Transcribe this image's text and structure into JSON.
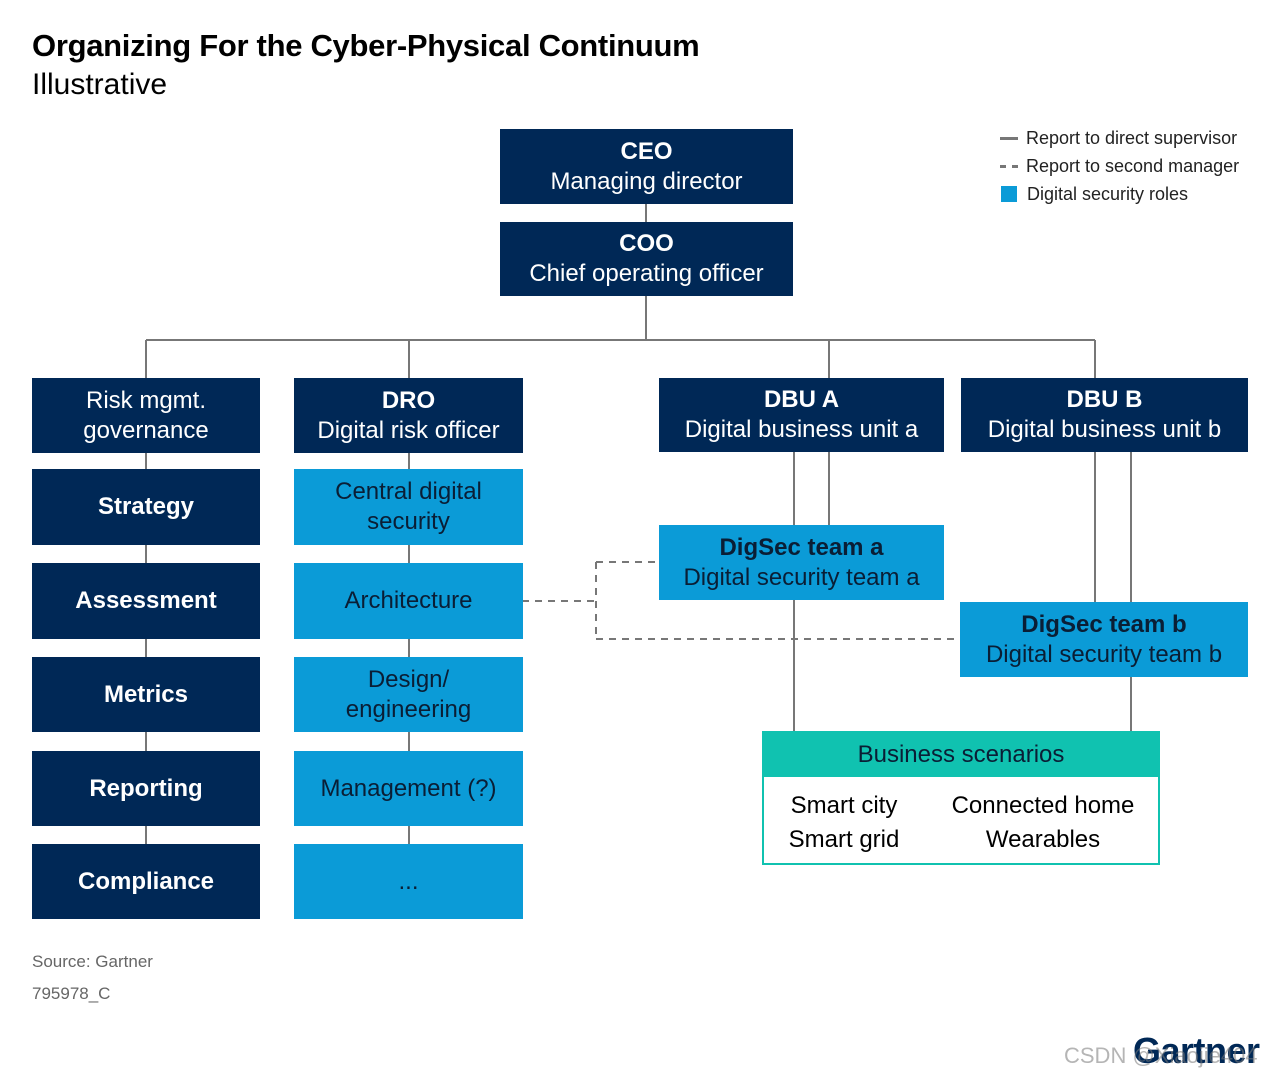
{
  "title": "Organizing For the Cyber-Physical Continuum",
  "subtitle": "Illustrative",
  "legend": {
    "solid": "Report to direct supervisor",
    "dashed": "Report to second manager",
    "square": "Digital security roles"
  },
  "colors": {
    "dark": "#002856",
    "security": "#0b9bd7",
    "scenario": "#10c2b0",
    "line": "#777777"
  },
  "ceo": {
    "abbr": "CEO",
    "name": "Managing director"
  },
  "coo": {
    "abbr": "COO",
    "name": "Chief operating officer"
  },
  "risk": {
    "head": {
      "line1": "Risk mgmt.",
      "line2": "governance"
    },
    "items": [
      "Strategy",
      "Assessment",
      "Metrics",
      "Reporting",
      "Compliance"
    ]
  },
  "dro": {
    "abbr": "DRO",
    "name": "Digital risk officer",
    "items": [
      {
        "line1": "Central digital",
        "line2": "security"
      },
      {
        "line1": "Architecture",
        "line2": ""
      },
      {
        "line1": "Design/",
        "line2": "engineering"
      },
      {
        "line1": "Management (?)",
        "line2": ""
      },
      {
        "line1": "...",
        "line2": ""
      }
    ]
  },
  "dbu_a": {
    "abbr": "DBU A",
    "name": "Digital business unit a"
  },
  "dbu_b": {
    "abbr": "DBU B",
    "name": "Digital business unit b"
  },
  "team_a": {
    "abbr": "DigSec team a",
    "name": "Digital security team a"
  },
  "team_b": {
    "abbr": "DigSec team b",
    "name": "Digital security team b"
  },
  "scenarios": {
    "title": "Business scenarios",
    "items": [
      "Smart city",
      "Connected home",
      "Smart grid",
      "Wearables"
    ]
  },
  "source": "Source: Gartner",
  "code": "795978_C",
  "brand": "Gartner",
  "watermark": "CSDN @Xiaojie404"
}
